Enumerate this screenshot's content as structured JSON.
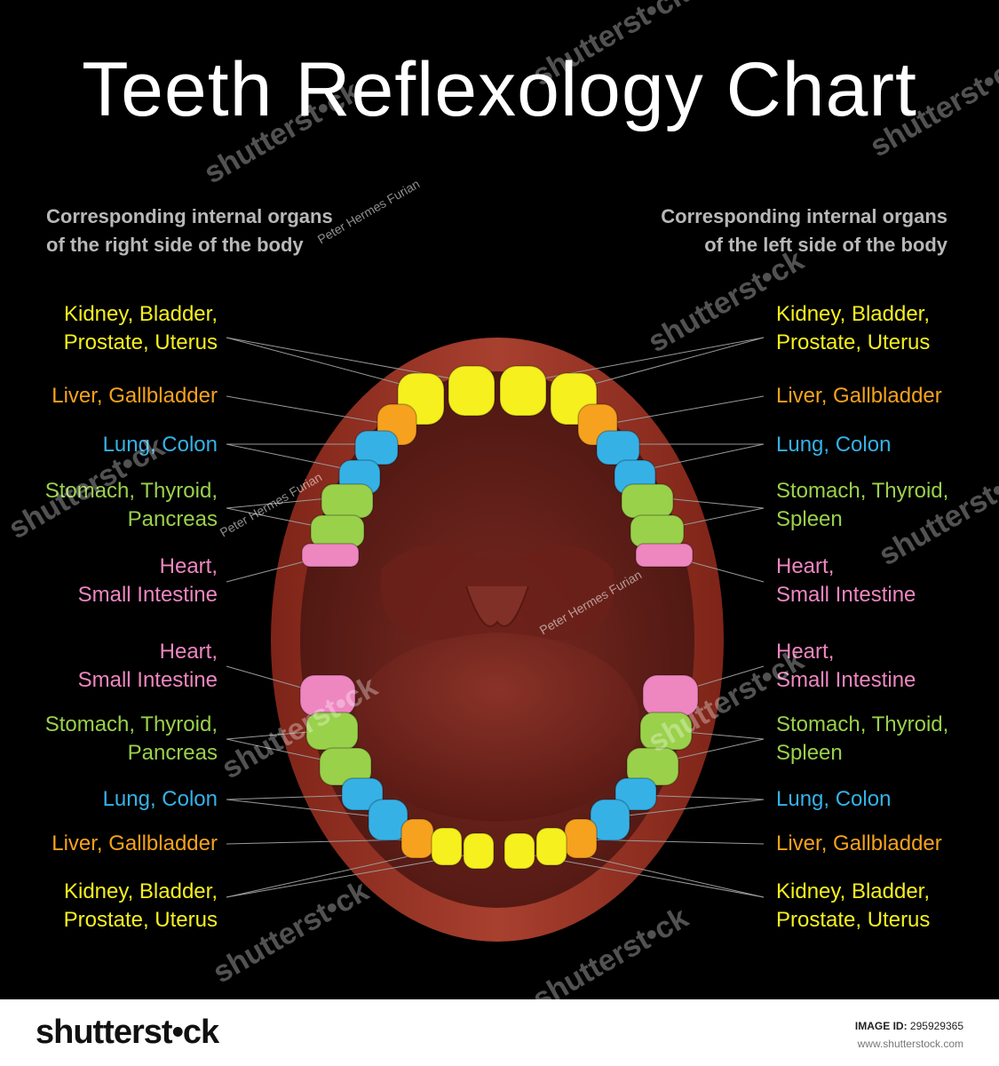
{
  "title": "Teeth Reflexology Chart",
  "subheadings": {
    "right_side_line1": "Corresponding internal organs",
    "right_side_line2": "of the right side of the body",
    "left_side_line1": "Corresponding internal organs",
    "left_side_line2": "of the left side of the body"
  },
  "colors": {
    "kidney": "#f5f01e",
    "liver": "#f6a21e",
    "lung": "#36b1e6",
    "stomach": "#9ad14b",
    "heart": "#ee86c0",
    "lips": "#9c3328",
    "mouth_inner": "#5c1d18"
  },
  "labels_left": [
    {
      "lines": [
        "Kidney, Bladder,",
        "Prostate, Uterus"
      ],
      "group": "kidney"
    },
    {
      "lines": [
        "Liver, Gallbladder"
      ],
      "group": "liver"
    },
    {
      "lines": [
        "Lung, Colon"
      ],
      "group": "lung"
    },
    {
      "lines": [
        "Stomach, Thyroid,",
        "Pancreas"
      ],
      "group": "stomach"
    },
    {
      "lines": [
        "Heart,",
        "Small Intestine"
      ],
      "group": "heart"
    },
    {
      "lines": [
        "Heart,",
        "Small Intestine"
      ],
      "group": "heart"
    },
    {
      "lines": [
        "Stomach, Thyroid,",
        "Pancreas"
      ],
      "group": "stomach"
    },
    {
      "lines": [
        "Lung, Colon"
      ],
      "group": "lung"
    },
    {
      "lines": [
        "Liver, Gallbladder"
      ],
      "group": "liver"
    },
    {
      "lines": [
        "Kidney, Bladder,",
        "Prostate, Uterus"
      ],
      "group": "kidney"
    }
  ],
  "labels_right": [
    {
      "lines": [
        "Kidney, Bladder,",
        "Prostate, Uterus"
      ],
      "group": "kidney"
    },
    {
      "lines": [
        "Liver, Gallbladder"
      ],
      "group": "liver"
    },
    {
      "lines": [
        "Lung, Colon"
      ],
      "group": "lung"
    },
    {
      "lines": [
        "Stomach, Thyroid,",
        "Spleen"
      ],
      "group": "stomach"
    },
    {
      "lines": [
        "Heart,",
        "Small Intestine"
      ],
      "group": "heart"
    },
    {
      "lines": [
        "Heart,",
        "Small Intestine"
      ],
      "group": "heart"
    },
    {
      "lines": [
        "Stomach, Thyroid,",
        "Spleen"
      ],
      "group": "stomach"
    },
    {
      "lines": [
        "Lung, Colon"
      ],
      "group": "lung"
    },
    {
      "lines": [
        "Liver, Gallbladder"
      ],
      "group": "liver"
    },
    {
      "lines": [
        "Kidney, Bladder,",
        "Prostate, Uterus"
      ],
      "group": "kidney"
    }
  ],
  "watermark": {
    "brand": "shutterstock",
    "brand_display": "shutterst•ck",
    "author": "Peter Hermes Furian"
  },
  "footer": {
    "logo": "shutterst•ck",
    "image_id_label": "IMAGE ID:",
    "image_id": "295929365",
    "site": "www.shutterstock.com"
  }
}
